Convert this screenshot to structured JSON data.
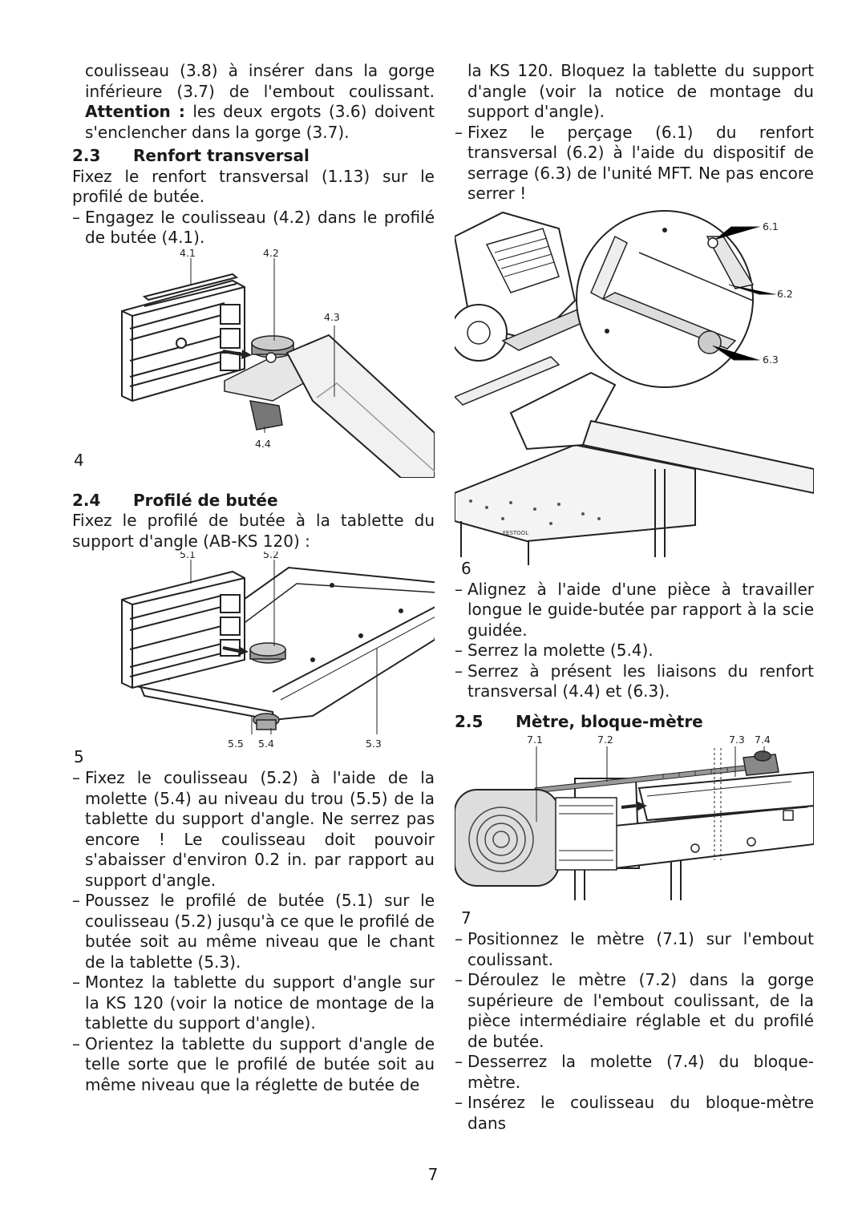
{
  "left": {
    "intro": {
      "l1": "coulisseau (3.8) à insérer dans la gorge inférieure (3.7) de l'embout coulissant.",
      "attn_label": "Attention :",
      "l2": " les deux ergots (3.6) doivent s'enclencher dans la gorge (3.7)."
    },
    "s23": {
      "num": "2.3",
      "title": "Renfort transversal",
      "body": "Fixez le renfort transversal (1.13) sur le profilé de butée.",
      "step1": "Engagez le coulisseau (4.2) dans le profilé de butée (4.1)."
    },
    "fig4": {
      "number": "4",
      "labels": {
        "l41": "4.1",
        "l42": "4.2",
        "l43": "4.3",
        "l44": "4.4"
      }
    },
    "s24": {
      "num": "2.4",
      "title": "Profilé de butée",
      "body": "Fixez le profilé de butée à la tablette du support d'angle (AB-KS 120) :"
    },
    "fig5": {
      "number": "5",
      "labels": {
        "l51": "5.1",
        "l52": "5.2",
        "l53": "5.3",
        "l54": "5.4",
        "l55": "5.5"
      }
    },
    "steps": [
      "Fixez le coulisseau (5.2) à l'aide de la molette (5.4) au niveau du trou (5.5) de la tablette du support d'angle. Ne serrez pas encore ! Le coulisseau doit pouvoir s'abaisser d'environ 0.2 in. par rapport au support d'angle.",
      "Poussez le profilé de butée (5.1) sur le coulisseau (5.2) jusqu'à ce que le profilé de butée soit au même niveau que le chant de la tablette (5.3).",
      "Montez la tablette du support d'angle sur la KS 120 (voir la notice de montage de la tablette du support d'angle).",
      "Orientez la tablette du support d'angle de telle sorte que le profilé de butée soit au même niveau que la réglette de butée de"
    ]
  },
  "right": {
    "intro": "la KS 120. Bloquez la tablette du support d'angle (voir la notice de montage du support d'angle).",
    "step_a": "Fixez le perçage (6.1) du renfort transversal (6.2) à l'aide du dispositif de serrage (6.3) de l'unité MFT. Ne pas encore serrer !",
    "fig6": {
      "number": "6",
      "labels": {
        "l61": "6.1",
        "l62": "6.2",
        "l63": "6.3"
      },
      "brand": "FESTOOL"
    },
    "steps6": [
      "Alignez à l'aide d'une pièce à travailler longue le guide-butée par rapport à la scie guidée.",
      "Serrez la molette (5.4).",
      "Serrez à présent les liaisons du renfort transversal (4.4) et (6.3)."
    ],
    "s25": {
      "num": "2.5",
      "title": "Mètre, bloque-mètre"
    },
    "fig7": {
      "number": "7",
      "labels": {
        "l71": "7.1",
        "l72": "7.2",
        "l73": "7.3",
        "l74": "7.4"
      }
    },
    "steps7": [
      "Positionnez le mètre (7.1) sur l'embout coulissant.",
      "Déroulez le mètre (7.2) dans la gorge supérieure de l'embout coulissant, de la pièce intermédiaire réglable et du profilé de butée.",
      "Desserrez la molette (7.4) du bloque-mètre.",
      "Insérez le coulisseau du bloque-mètre dans"
    ]
  },
  "page_number": "7"
}
